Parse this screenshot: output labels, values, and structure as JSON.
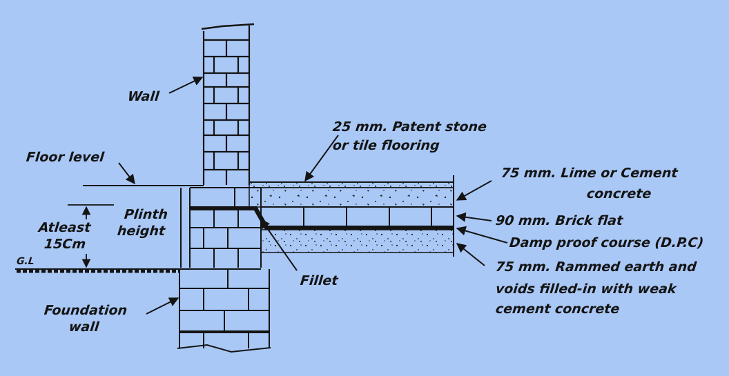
{
  "labels": {
    "wall": "Wall",
    "floor_level": "Floor level",
    "atleast_1": "Atleast",
    "atleast_2": "15Cm",
    "plinth_1": "Plinth",
    "plinth_2": "height",
    "gl": "G.L",
    "foundation_1": "Foundation",
    "foundation_2": "wall",
    "fillet": "Fillet",
    "patent_1": "25 mm. Patent stone",
    "patent_2": "or tile flooring",
    "concrete_1": "75 mm. Lime or Cement",
    "concrete_2": "concrete",
    "brick_flat": "90 mm. Brick flat",
    "dpc": "Damp proof course (D.P.C)",
    "rammed_1": "75 mm. Rammed earth and",
    "rammed_2": "voids filled-in with weak",
    "rammed_3": "cement concrete"
  }
}
